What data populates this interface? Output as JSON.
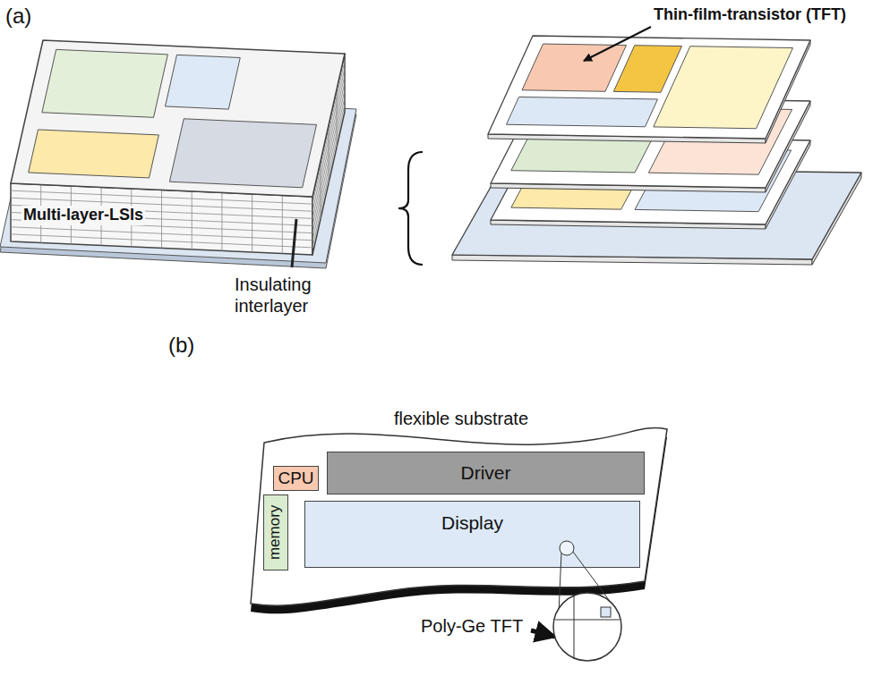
{
  "diagram": {
    "nodes": [
      {
        "text": [
          "flexible substrate"
        ]
      },
      {
        "text": [
          "CPU"
        ],
        "in": 0
      },
      {
        "text": [
          "Driver"
        ],
        "in": 0
      },
      {
        "text": [
          "memory"
        ],
        "in": 0
      },
      {
        "text": [
          "Display"
        ],
        "in": 0
      }
    ],
    "labels": [
      "(a)",
      "Thin-film-transistor (TFT)",
      "Multi-layer-LSIs",
      "Insulating interlayer",
      "(b)",
      "Poly-Ge TFT"
    ]
  }
}
